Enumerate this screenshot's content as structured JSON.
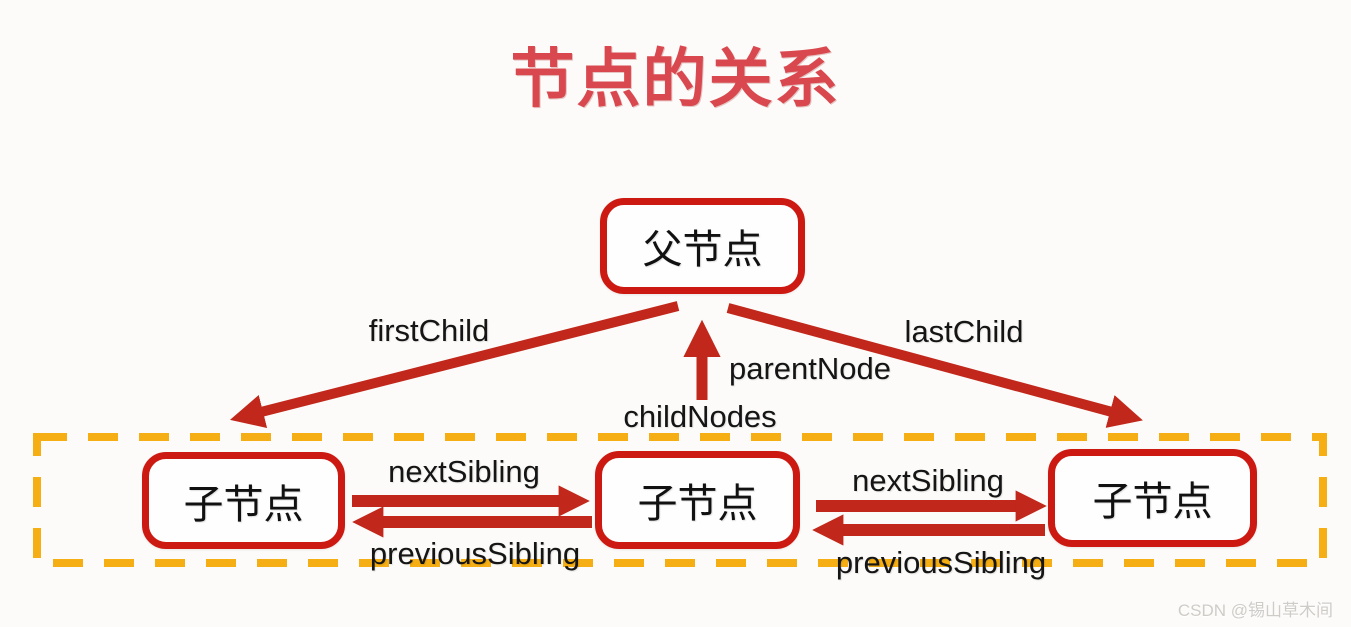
{
  "title": "节点的关系",
  "nodes": {
    "parent": "父节点",
    "child1": "子节点",
    "child2": "子节点",
    "child3": "子节点"
  },
  "relations": {
    "first_child": "firstChild",
    "last_child": "lastChild",
    "parent_node": "parentNode",
    "child_nodes": "childNodes",
    "next_sibling_1": "nextSibling",
    "previous_sibling_1": "previousSibling",
    "next_sibling_2": "nextSibling",
    "previous_sibling_2": "previousSibling"
  },
  "watermark": "CSDN @锡山草木间",
  "colors": {
    "title_red": "#d9484e",
    "node_border_red": "#cc1a12",
    "arrow_red": "#c1271b",
    "dashed_box_orange": "#f5ae13",
    "background": "#fcfbf9",
    "text_black": "#151515"
  }
}
